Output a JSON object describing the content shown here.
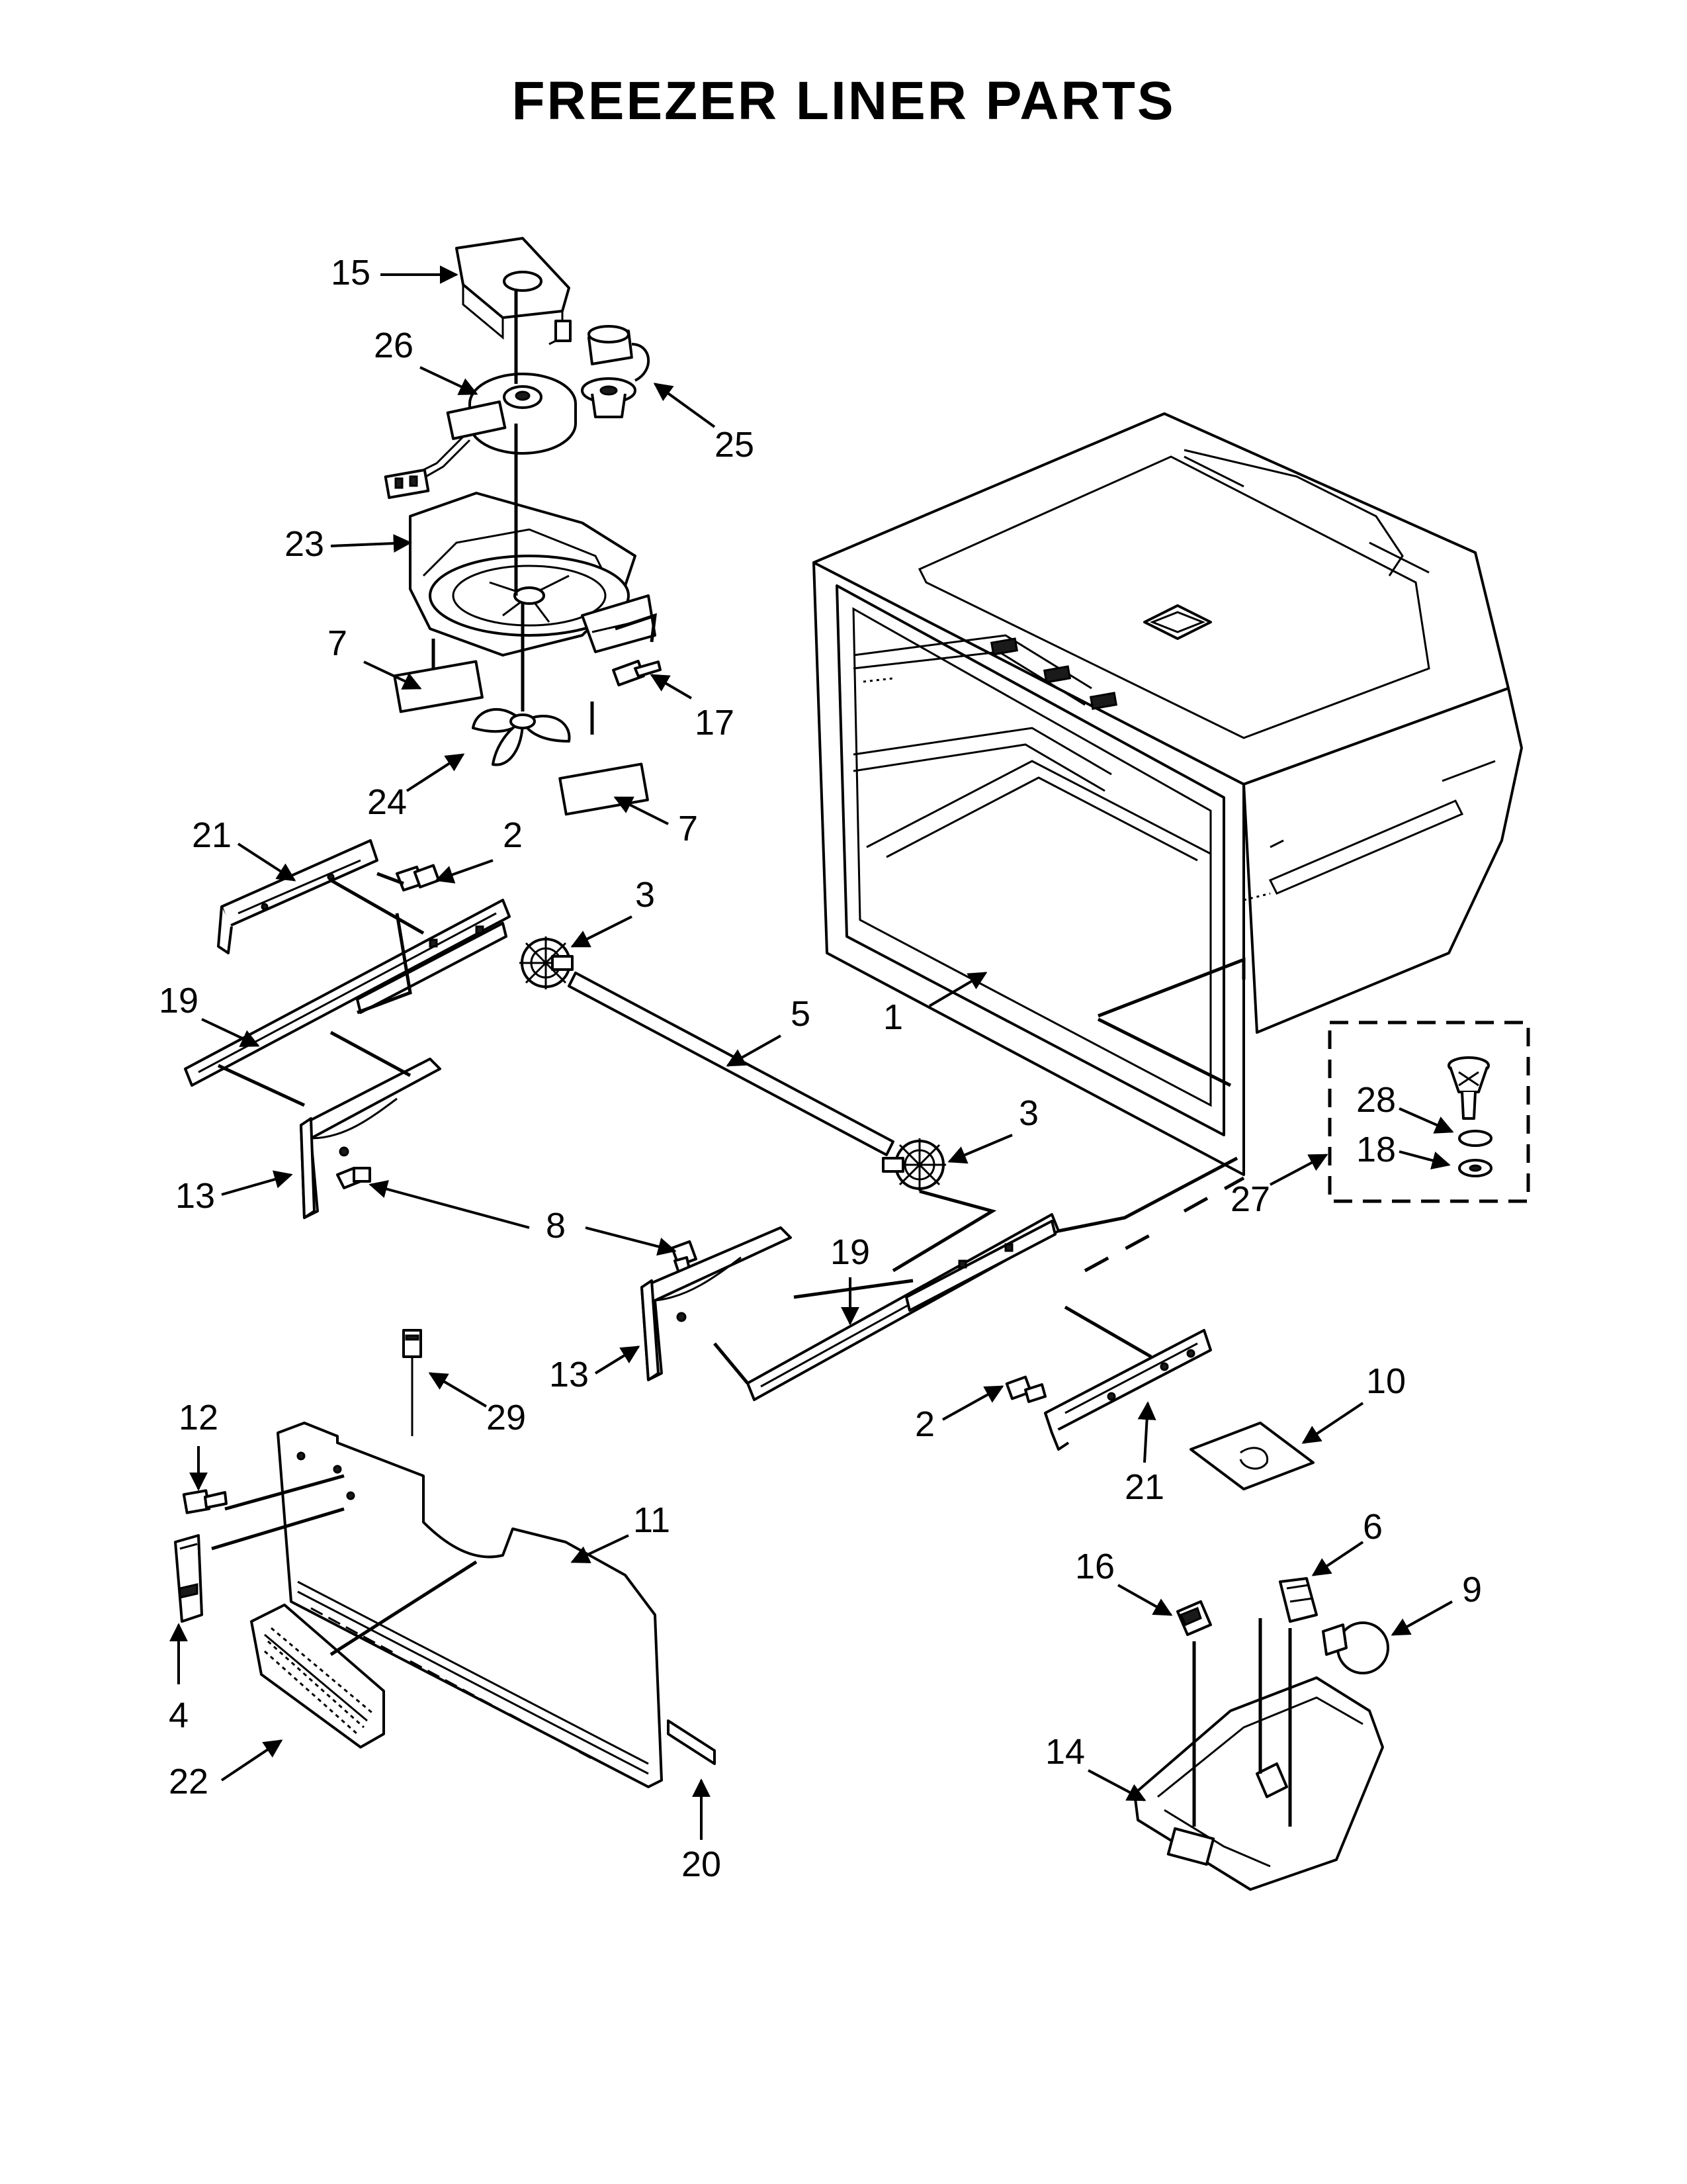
{
  "title": "FREEZER LINER PARTS",
  "callouts": [
    {
      "id": "c1",
      "label": "1"
    },
    {
      "id": "c2a",
      "label": "2"
    },
    {
      "id": "c2b",
      "label": "2"
    },
    {
      "id": "c3a",
      "label": "3"
    },
    {
      "id": "c3b",
      "label": "3"
    },
    {
      "id": "c4",
      "label": "4"
    },
    {
      "id": "c5",
      "label": "5"
    },
    {
      "id": "c6",
      "label": "6"
    },
    {
      "id": "c7a",
      "label": "7"
    },
    {
      "id": "c7b",
      "label": "7"
    },
    {
      "id": "c8",
      "label": "8"
    },
    {
      "id": "c9",
      "label": "9"
    },
    {
      "id": "c10",
      "label": "10"
    },
    {
      "id": "c11",
      "label": "11"
    },
    {
      "id": "c12",
      "label": "12"
    },
    {
      "id": "c13a",
      "label": "13"
    },
    {
      "id": "c13b",
      "label": "13"
    },
    {
      "id": "c14",
      "label": "14"
    },
    {
      "id": "c15",
      "label": "15"
    },
    {
      "id": "c16",
      "label": "16"
    },
    {
      "id": "c17",
      "label": "17"
    },
    {
      "id": "c18",
      "label": "18"
    },
    {
      "id": "c19a",
      "label": "19"
    },
    {
      "id": "c19b",
      "label": "19"
    },
    {
      "id": "c20",
      "label": "20"
    },
    {
      "id": "c21a",
      "label": "21"
    },
    {
      "id": "c21b",
      "label": "21"
    },
    {
      "id": "c22",
      "label": "22"
    },
    {
      "id": "c23",
      "label": "23"
    },
    {
      "id": "c24",
      "label": "24"
    },
    {
      "id": "c25",
      "label": "25"
    },
    {
      "id": "c26",
      "label": "26"
    },
    {
      "id": "c27",
      "label": "27"
    },
    {
      "id": "c28",
      "label": "28"
    },
    {
      "id": "c29",
      "label": "29"
    }
  ]
}
